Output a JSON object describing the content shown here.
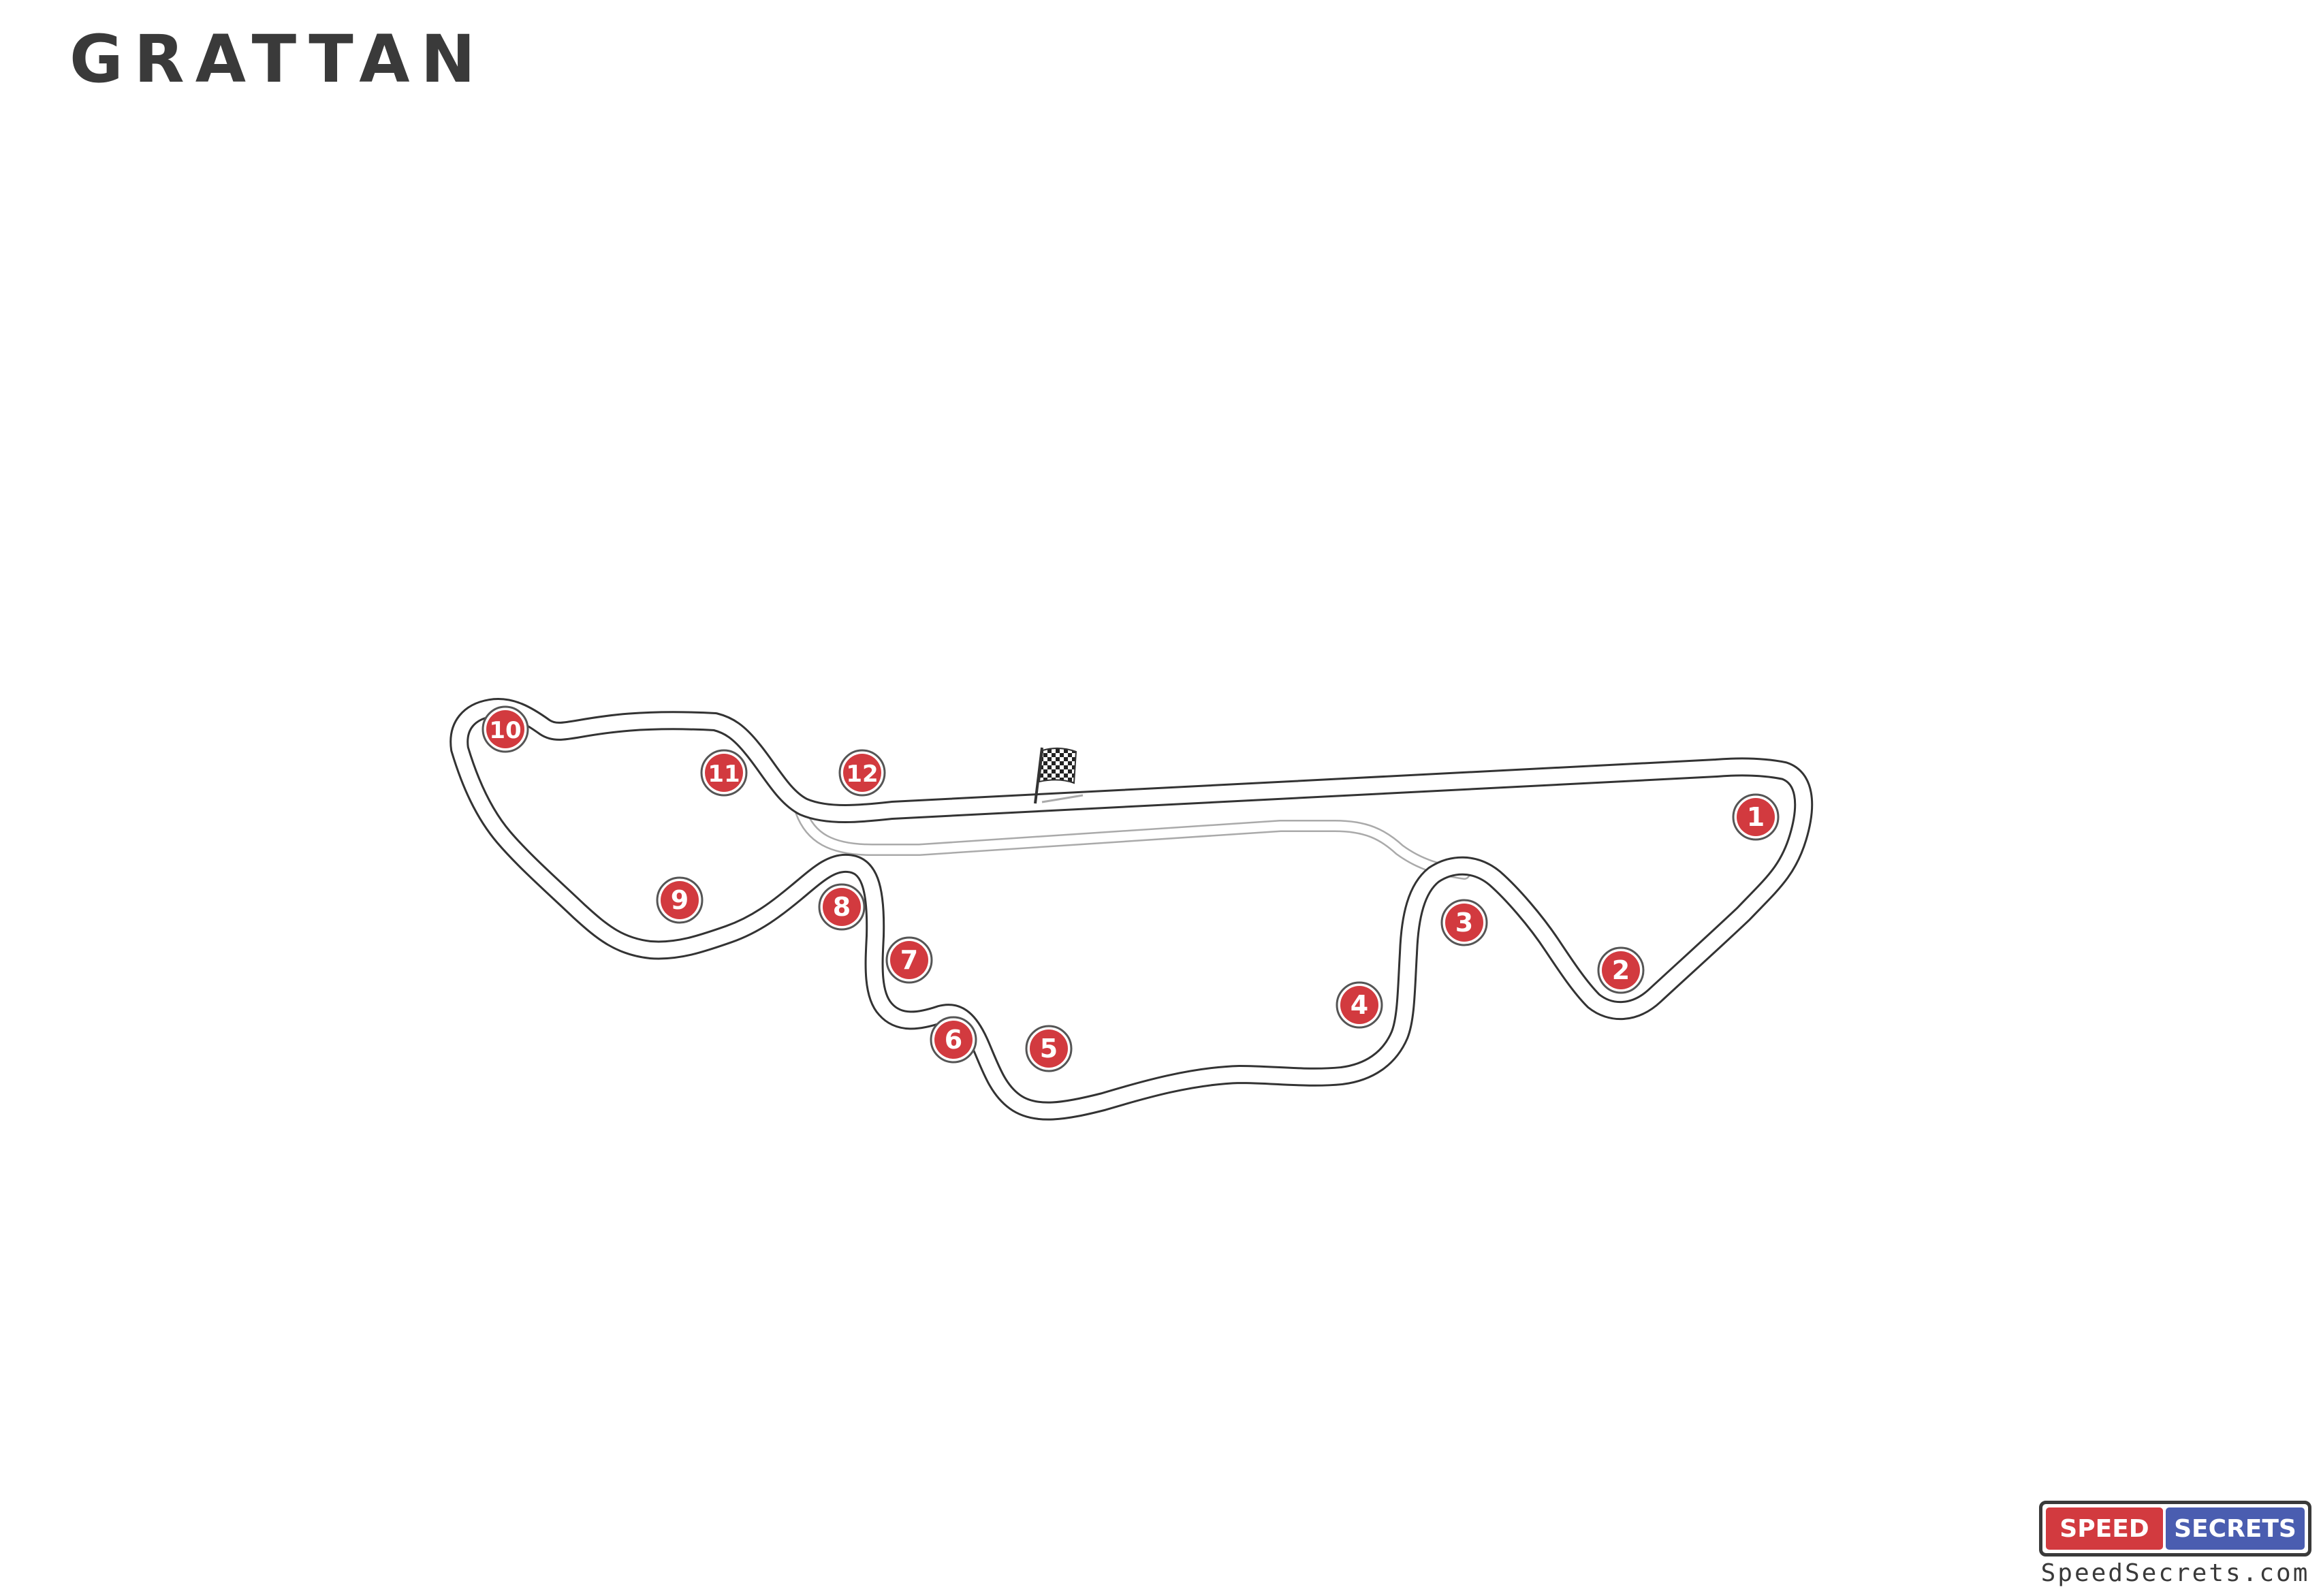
{
  "title": "GRATTAN",
  "track": {
    "turns": [
      "1",
      "2",
      "3",
      "4",
      "5",
      "6",
      "7",
      "8",
      "9",
      "10",
      "11",
      "12"
    ],
    "flag_icon": "checkered-flag-icon",
    "colors": {
      "track_outline": "#333333",
      "pit_lane": "#aaaaaa",
      "turn_marker": "#d23a3f"
    }
  },
  "logo": {
    "speed": "SPEED",
    "secrets": "SECRETS",
    "website": "SpeedSecrets.com"
  },
  "colors": {
    "title": "#3a3a3a",
    "speed_red": "#d23a3f",
    "secrets_blue": "#4a5db0"
  }
}
